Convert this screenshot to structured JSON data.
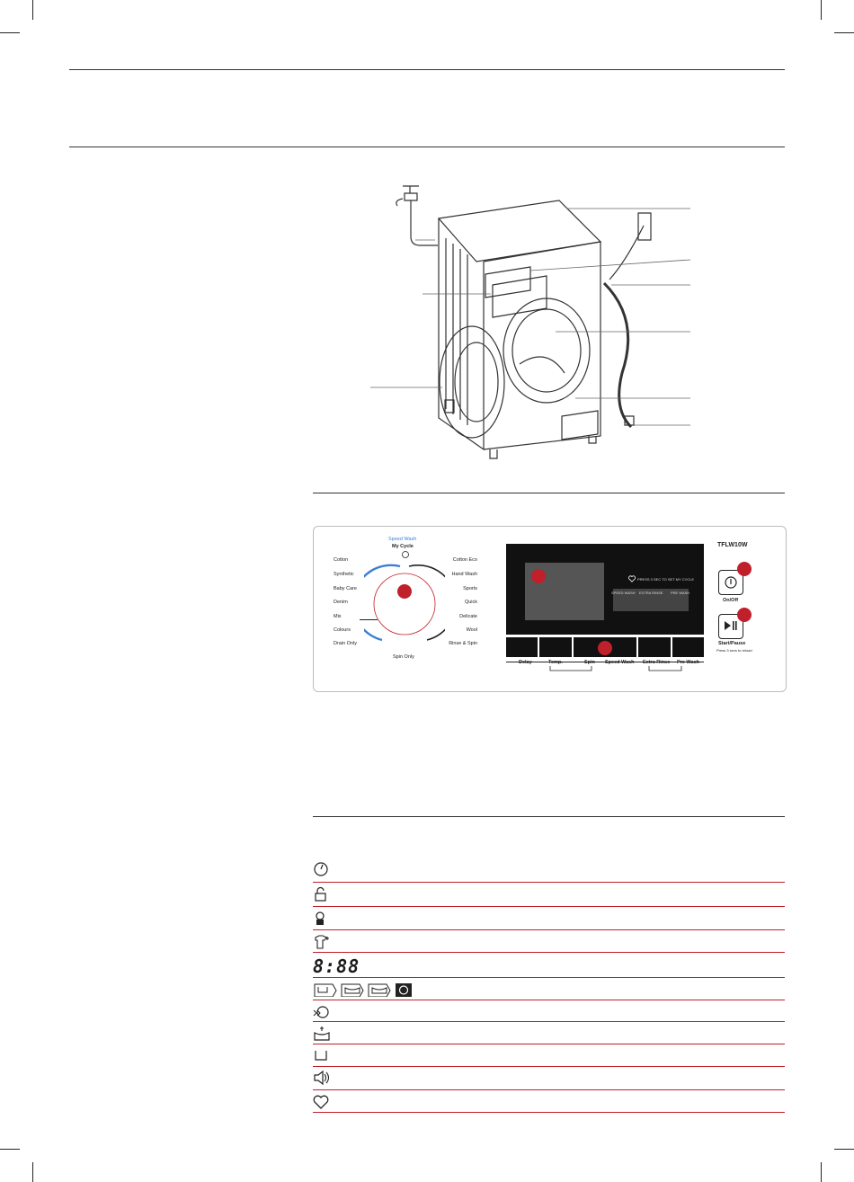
{
  "panel": {
    "top_label": "Speed Wash",
    "my_cycle": "My Cycle",
    "programs_left": [
      "Cotton",
      "Synthetic",
      "Baby Care",
      "Denim",
      "Mix",
      "Colours",
      "Drain Only"
    ],
    "programs_right": [
      "Cotton Eco",
      "Hand Wash",
      "Sports",
      "Quick",
      "Delicate",
      "Wool",
      "Rinse & Spin"
    ],
    "bottom_program": "Spin Only",
    "screen_notice": "PRESS 3 SEC TO SET MY CYCLE",
    "screen_options": [
      "SPEED WASH",
      "EXTRA RINSE",
      "PRE WASH"
    ],
    "buttons": [
      "Delay",
      "Temp.",
      "Spin",
      "Speed Wash",
      "Extra Rinse",
      "Pre Wash"
    ],
    "model": "TFLW10W",
    "on_off": "On/Off",
    "start_pause": "Start/Pause",
    "start_pause_sub": "Press 3 secs to reload"
  },
  "icons": [
    "timer-icon",
    "lock-icon",
    "child-lock-icon",
    "add-garment-icon",
    "digit-display-icon",
    "wash-stage-icons",
    "speed-wash-icon",
    "extra-rinse-icon",
    "pre-wash-icon",
    "sound-icon",
    "my-cycle-heart-icon"
  ],
  "display_digits": "8:88",
  "colors": {
    "accent": "#c0202a",
    "dial_blue": "#3a7fd5"
  }
}
